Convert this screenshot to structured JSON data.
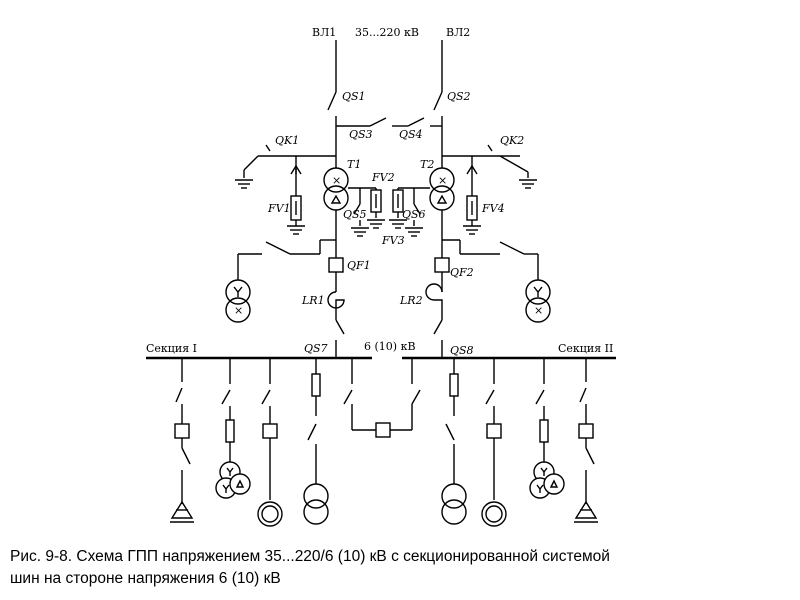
{
  "diagram": {
    "lines": [
      "ВЛ1",
      "ВЛ2"
    ],
    "hv_voltage": "35...220 кВ",
    "lv_voltage": "6 (10) кВ",
    "sections": [
      "Секция I",
      "Секция II"
    ],
    "disconnectors": [
      "QS1",
      "QS2",
      "QS3",
      "QS4",
      "QS5",
      "QS6",
      "QS7",
      "QS8"
    ],
    "earth_switches": [
      "QK1",
      "QK2"
    ],
    "transformers": [
      "T1",
      "T2"
    ],
    "surge_arresters": [
      "FV1",
      "FV2",
      "FV3",
      "FV4"
    ],
    "breakers": [
      "QF1",
      "QF2"
    ],
    "reactors": [
      "LR1",
      "LR2"
    ]
  },
  "caption": {
    "line1": "Рис. 9-8. Схема ГПП напряжением 35...220/6 (10) кВ с секционированной системой",
    "line2": "шин на стороне напряжения 6 (10) кВ"
  }
}
